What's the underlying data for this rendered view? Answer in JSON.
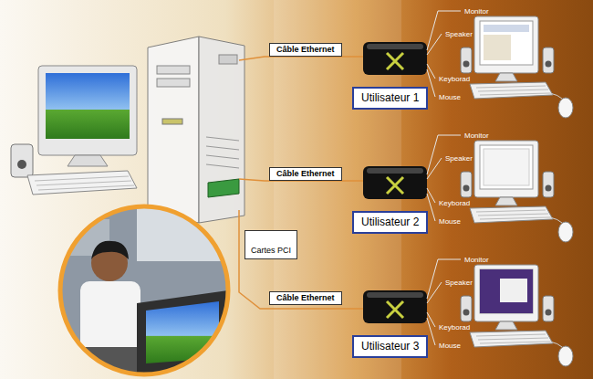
{
  "diagram": {
    "nodes": [
      {
        "text": [
          "Câble Ethernet"
        ]
      },
      {
        "text": [
          "Utilisateur 1"
        ]
      },
      {
        "text": [
          "Câble Ethernet"
        ]
      },
      {
        "text": [
          "Utilisateur 2"
        ]
      },
      {
        "text": [
          "Cartes PCI"
        ]
      },
      {
        "text": [
          "Câble Ethernet"
        ]
      },
      {
        "text": [
          "Utilisateur 3"
        ]
      }
    ],
    "labels": [
      "Monitor",
      "Speaker",
      "Keyborad",
      "Mouse",
      "Monitor",
      "Speaker",
      "Keyborad",
      "Mouse",
      "Monitor",
      "Speaker",
      "Keyborad",
      "Mouse"
    ]
  }
}
